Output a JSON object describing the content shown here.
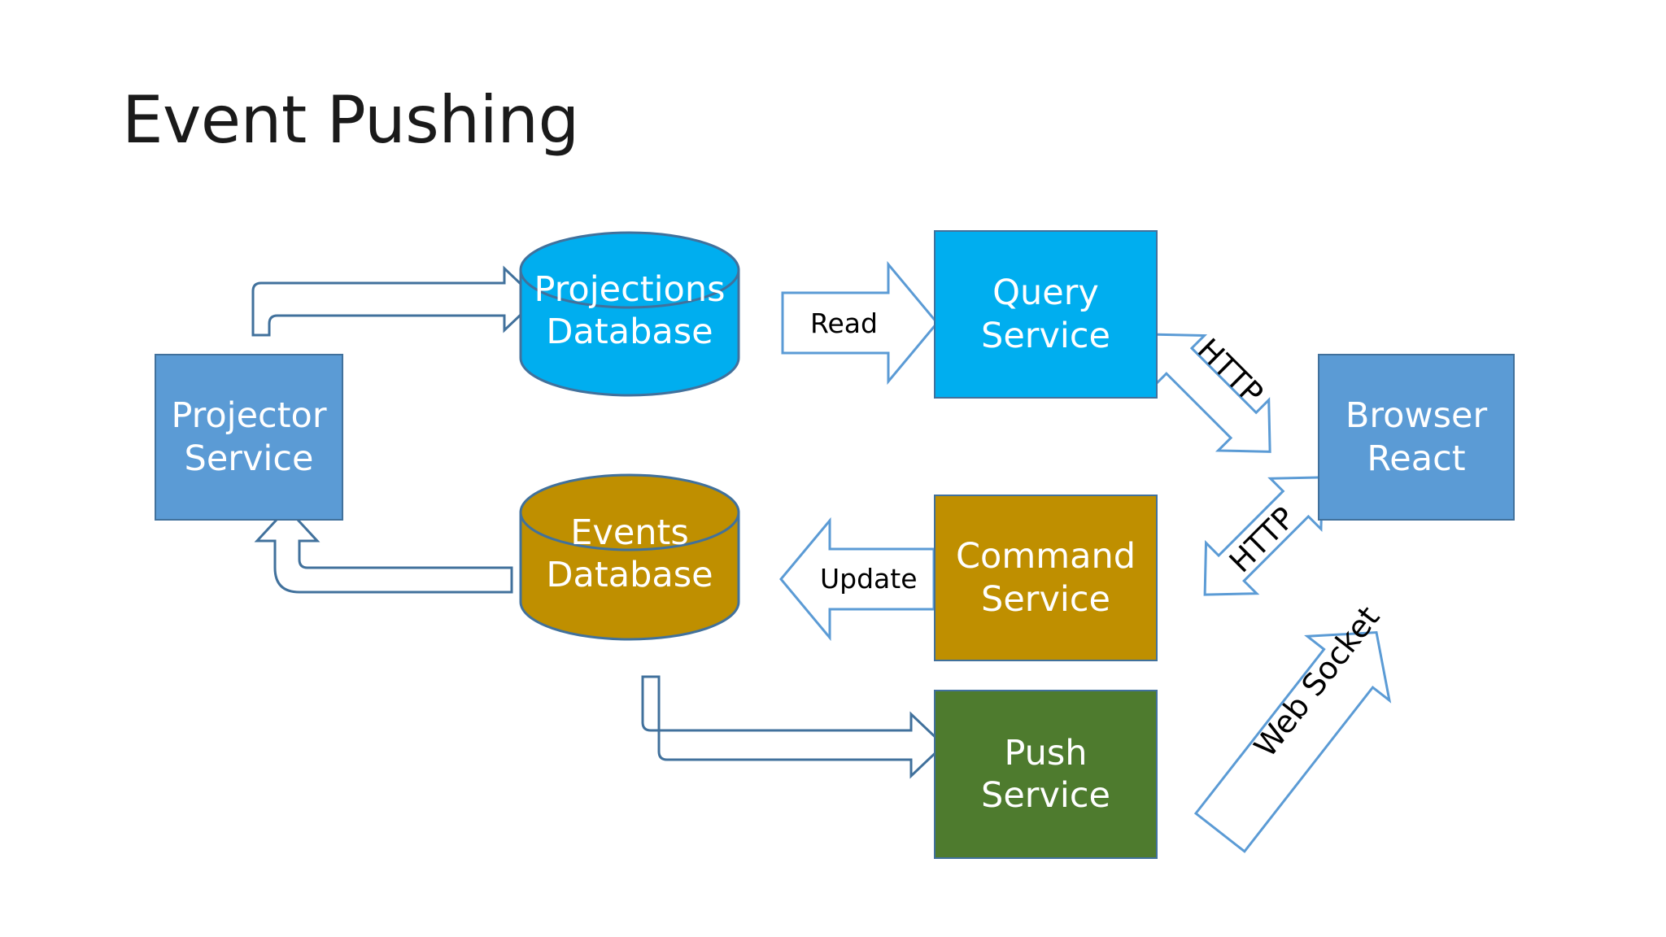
{
  "slide": {
    "title": "Event Pushing",
    "background": "#FFFFFF"
  },
  "colors": {
    "projector_service": "#5B9BD5",
    "browser_react": "#5B9BD5",
    "projections_database": "#00AEEF",
    "query_service": "#00AEEF",
    "events_database": "#BF8F00",
    "command_service": "#BF8F00",
    "push_service": "#4E7B2E",
    "box_outline": "#41719C",
    "arrow_outline": "#5B9BD5",
    "arrow_fill": "#FFFFFF",
    "elbow_outline": "#41719C",
    "node_text": "#FFFFFF",
    "label_text": "#000000",
    "title_text": "#1A1A1A"
  },
  "nodes": [
    {
      "id": "projector-service",
      "shape": "rect",
      "line1": "Projector",
      "line2": "Service",
      "fill": "#5B9BD5"
    },
    {
      "id": "projections-database",
      "shape": "cylinder",
      "line1": "Projections",
      "line2": "Database",
      "fill": "#00AEEF"
    },
    {
      "id": "query-service",
      "shape": "rect",
      "line1": "Query",
      "line2": "Service",
      "fill": "#00AEEF"
    },
    {
      "id": "browser-react",
      "shape": "rect",
      "line1": "Browser",
      "line2": "React",
      "fill": "#5B9BD5"
    },
    {
      "id": "events-database",
      "shape": "cylinder",
      "line1": "Events",
      "line2": "Database",
      "fill": "#BF8F00"
    },
    {
      "id": "command-service",
      "shape": "rect",
      "line1": "Command",
      "line2": "Service",
      "fill": "#BF8F00"
    },
    {
      "id": "push-service",
      "shape": "rect",
      "line1": "Push",
      "line2": "Service",
      "fill": "#4E7B2E"
    }
  ],
  "connectors": [
    {
      "id": "projector-to-projections",
      "label": "",
      "kind": "elbow-arrow",
      "direction": "up-then-right"
    },
    {
      "id": "projections-to-query",
      "label": "Read",
      "kind": "block-arrow",
      "direction": "right"
    },
    {
      "id": "query-to-browser",
      "label": "HTTP",
      "kind": "double-block-arrow",
      "direction": "diagonal-down-right"
    },
    {
      "id": "command-to-browser",
      "label": "HTTP",
      "kind": "double-block-arrow",
      "direction": "diagonal-up-right"
    },
    {
      "id": "command-to-events",
      "label": "Update",
      "kind": "block-arrow",
      "direction": "left"
    },
    {
      "id": "events-to-projector",
      "label": "",
      "kind": "elbow-arrow",
      "direction": "left-then-up"
    },
    {
      "id": "events-to-push",
      "label": "",
      "kind": "elbow-arrow",
      "direction": "down-then-right"
    },
    {
      "id": "push-to-browser",
      "label": "Web Socket",
      "kind": "block-arrow",
      "direction": "diagonal-up-right"
    }
  ]
}
